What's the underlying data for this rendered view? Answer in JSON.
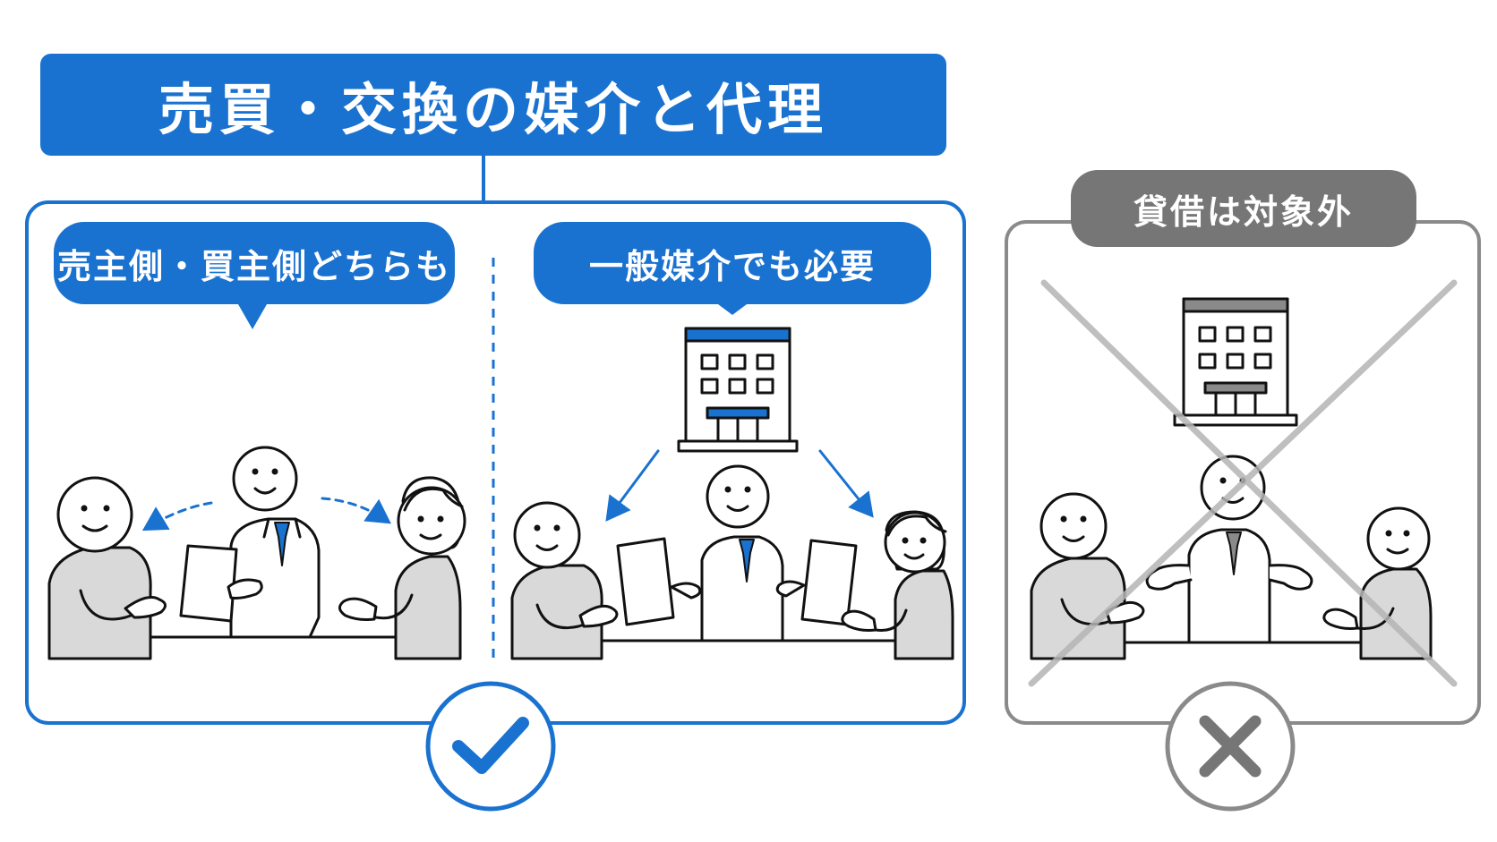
{
  "title": "売買・交換の媒介と代理",
  "panels": {
    "left": {
      "label": "売主側・買主側どちらも"
    },
    "middle": {
      "label": "一般媒介でも必要"
    },
    "right": {
      "label": "貸借は対象外"
    }
  },
  "colors": {
    "accent": "#1a72d0",
    "gray": "#767676",
    "person_fill": "#d9d9d9"
  },
  "icons": {
    "ok": "checkmark-icon",
    "ng": "cross-icon",
    "building": "office-building-icon"
  }
}
